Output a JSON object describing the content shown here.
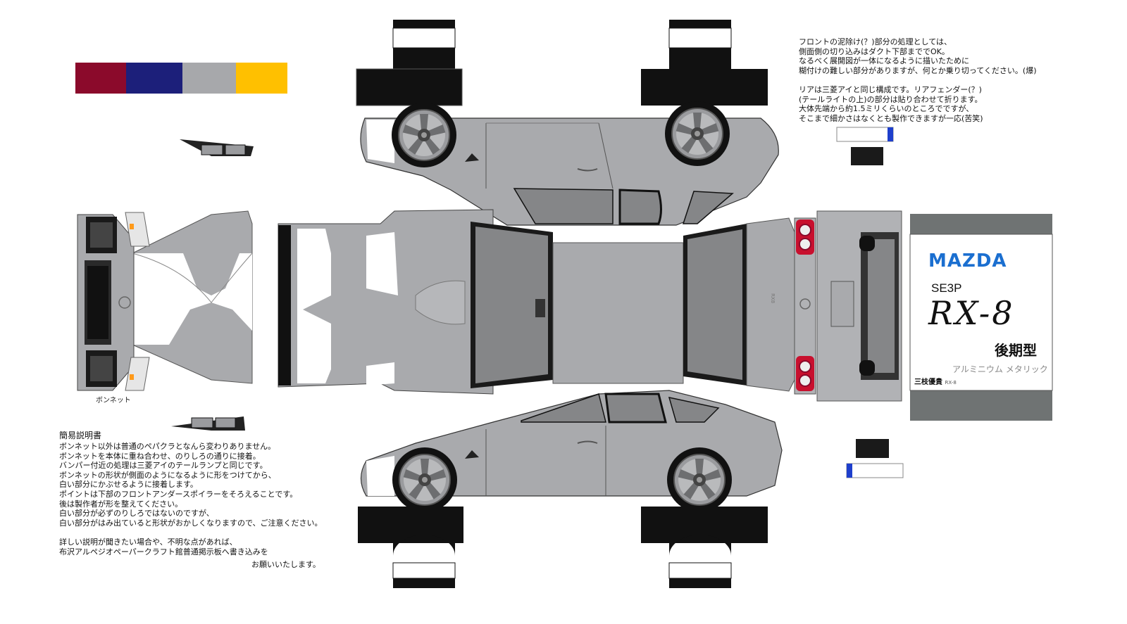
{
  "palette": [
    {
      "name": "red",
      "color": "#8b0a2b"
    },
    {
      "name": "navy",
      "color": "#1c1f7a"
    },
    {
      "name": "silver",
      "color": "#a7a8ab"
    },
    {
      "name": "yellow",
      "color": "#ffc000"
    }
  ],
  "colors": {
    "body": "#a9aaad",
    "body_dark": "#8c8d90",
    "glass": "#858688",
    "tire": "#111111",
    "accent_blue": "#1e3fcc",
    "panel_dark": "#6f7373",
    "logo_blue": "#1b6fd0"
  },
  "labels": {
    "bonnet": "ボンネット",
    "manual_title": "簡易説明書"
  },
  "notes_top": [
    "フロントの泥除け(？)部分の処理としては、",
    "側面側の切り込みはダクト下部まででOK。",
    "なるべく展開図が一体になるように描いたために",
    "糊付けの難しい部分がありますが、何とか乗り切ってください。(爆)",
    "",
    "リアは三菱アイと同じ構成です。リアフェンダー(？)",
    "(テールライトの上)の部分は貼り合わせて折ります。",
    "大体先端から約1.5ミリくらいのところでですが、",
    "そこまで細かさはなくとも製作できますが一応(苦笑)"
  ],
  "notes_bottom": [
    "ボンネット以外は普通のペパクラとなんら変わりありません。",
    "ボンネットを本体に重ね合わせ、のりしろの通りに接着。",
    "バンパー付近の処理は三菱アイのテールランプと同じです。",
    "ボンネットの形状が側面のようになるように形をつけてから、",
    "白い部分にかぶせるように接着します。",
    "ポイントは下部のフロントアンダースポイラーをそろえることです。",
    "後は製作者が形を整えてください。",
    "白い部分が必ずのりしろではないのですが、",
    "白い部分がはみ出ていると形状がおかしくなりますので、ご注意ください。",
    "",
    "詳しい説明が聞きたい場合や、不明な点があれば、",
    "布沢アルペジオペーパークラフト館普通掲示板へ書き込みを"
  ],
  "notes_bottom_end": "お願いいたします。",
  "card": {
    "brand": "MAZDA",
    "code": "SE3P",
    "model": "RX-8",
    "generation": "後期型",
    "color_name": "アルミニウム メタリック",
    "author": "三枝優貴",
    "author_sub": "RX-8"
  },
  "car_badges": {
    "rear_plate": "RX8"
  }
}
